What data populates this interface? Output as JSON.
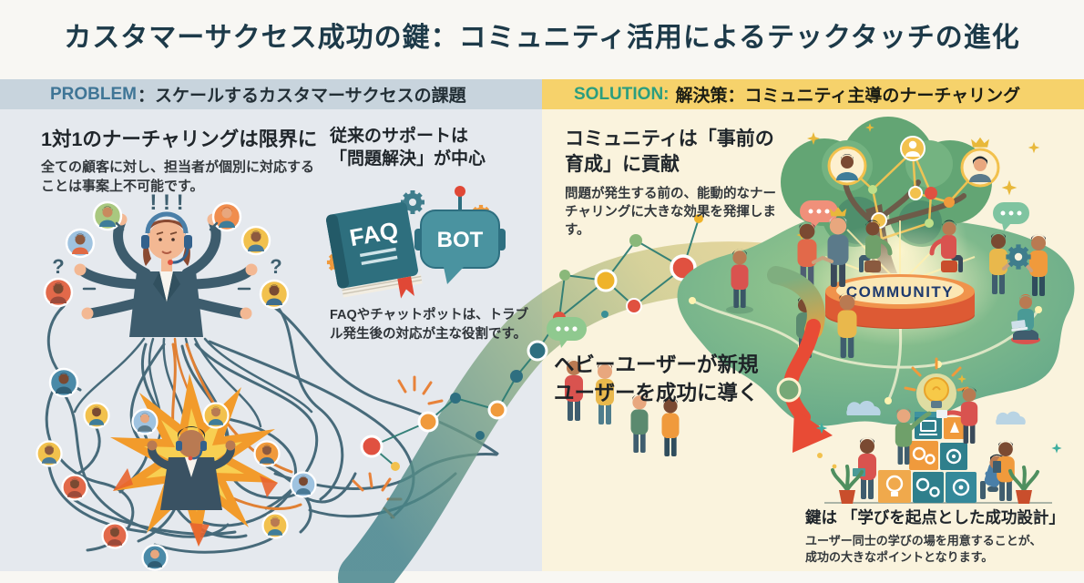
{
  "title": "カスタマーサクセス成功の鍵：コミュニティ活用によるテックタッチの進化",
  "problem": {
    "tag": "PROBLEM",
    "heading": "：スケールするカスタマーサクセスの課題",
    "limit_block": {
      "heading": "1対1のナーチャリングは限界に",
      "body": "全ての顧客に対し、担当者が個別に対応することは事案上不可能です。"
    },
    "support_block": {
      "heading_line1": "従来のサポートは",
      "heading_line2": "「問題解決」が中心",
      "caption": "FAQやチャットポットは、トラブル発生後の対応が主な役割です。",
      "faq_label": "FAQ",
      "bot_label": "BOT"
    },
    "question_mark": "?",
    "alert_marks": "! ! !"
  },
  "solution": {
    "tag": "SOLUTION:",
    "heading": "解決策：コミュニティ主導のナーチャリング",
    "community_block": {
      "heading_line1": "コミュニティは「事前の",
      "heading_line2": "育成」に貢献",
      "body": "問題が発生する前の、能動的なナーチャリングに大きな効果を発揮します。"
    },
    "journey_heading_line1": "ヘビーユーザーが新規",
    "journey_heading_line2": "ユーザーを成功に導く",
    "community_label": "COMMUNITY",
    "key_block": {
      "heading": "鍵は 「学びを起点とした成功設計」",
      "body": "ユーザー同士の学びの場を用意することが、成功の大きなポイントとなります。"
    }
  },
  "colors": {
    "title_text": "#1d3a49",
    "problem_bar_bg": "#c8d4dd",
    "problem_tag": "#3f7596",
    "left_panel_bg": "#e5e9ee",
    "solution_bar_bg": "#f6d26b",
    "solution_tag": "#2b9e7f",
    "right_panel_bg": "#faf3dd",
    "accent_orange": "#f09a3c",
    "accent_red": "#e05140",
    "accent_teal": "#2e6f80",
    "accent_green": "#7fb069"
  }
}
